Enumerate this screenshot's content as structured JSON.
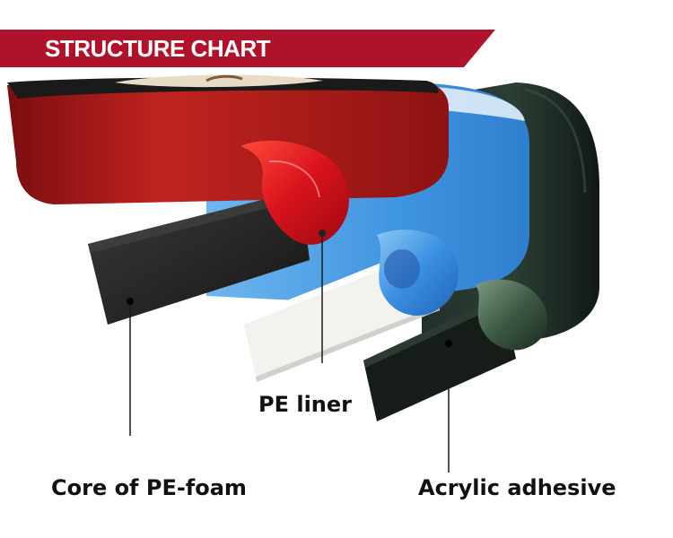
{
  "header": {
    "title": "STRUCTURE CHART",
    "color": "#b0122b"
  },
  "photo": {
    "subject": "double-sided foam tape rolls",
    "rolls": [
      {
        "name": "red-liner-roll",
        "color": "#a0161a"
      },
      {
        "name": "blue-liner-roll",
        "color": "#3f94e0"
      },
      {
        "name": "green-liner-roll",
        "color": "#1d2b22"
      }
    ]
  },
  "labels": {
    "pe_liner": "PE liner",
    "core": "Core of PE-foam",
    "adhesive": "Acrylic adhesive"
  }
}
